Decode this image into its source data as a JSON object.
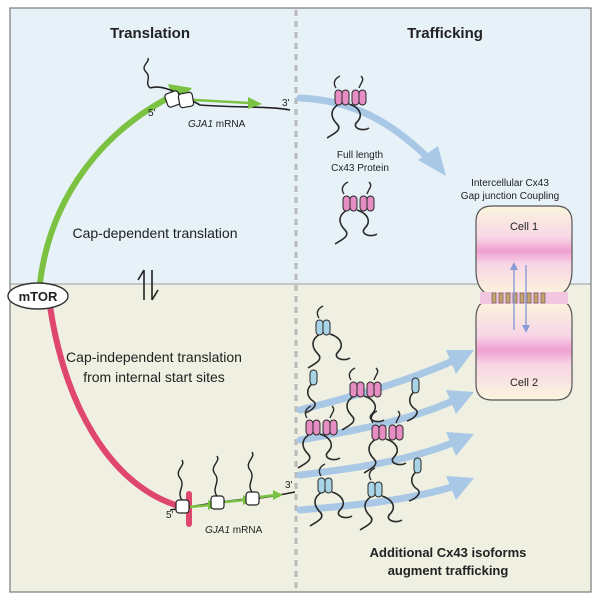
{
  "headers": {
    "translation": "Translation",
    "trafficking": "Trafficking"
  },
  "mrna_top": {
    "five_prime": "5'",
    "three_prime": "3'",
    "gene": "GJA1",
    "suffix": " mRNA"
  },
  "mrna_bottom": {
    "five_prime": "5'",
    "three_prime": "3'",
    "gene": "GJA1",
    "suffix": " mRNA"
  },
  "full_length": {
    "line1": "Full length",
    "line2": "Cx43 Protein"
  },
  "intercellular": {
    "line1": "Intercellular Cx43",
    "line2": "Gap junction Coupling"
  },
  "cells": {
    "cell1": "Cell 1",
    "cell2": "Cell 2"
  },
  "cap_dependent": "Cap-dependent translation",
  "cap_independent": {
    "line1": "Cap-independent translation",
    "line2": "from internal start sites"
  },
  "mtor": "mTOR",
  "isoforms": {
    "line1": "Additional Cx43 isoforms",
    "line2": "augment trafficking"
  },
  "colors": {
    "top_panel": "#e6f1f8",
    "bottom_panel": "#eff0e2",
    "activation_arrow": "#7cc242",
    "inhibition_arrow": "#e0476f",
    "trafficking_arrow": "#a9c8e6",
    "full_protein": "#e68ec4",
    "isoform_protein": "#a9d3e6",
    "cell_fill": "#fbf5dc"
  }
}
